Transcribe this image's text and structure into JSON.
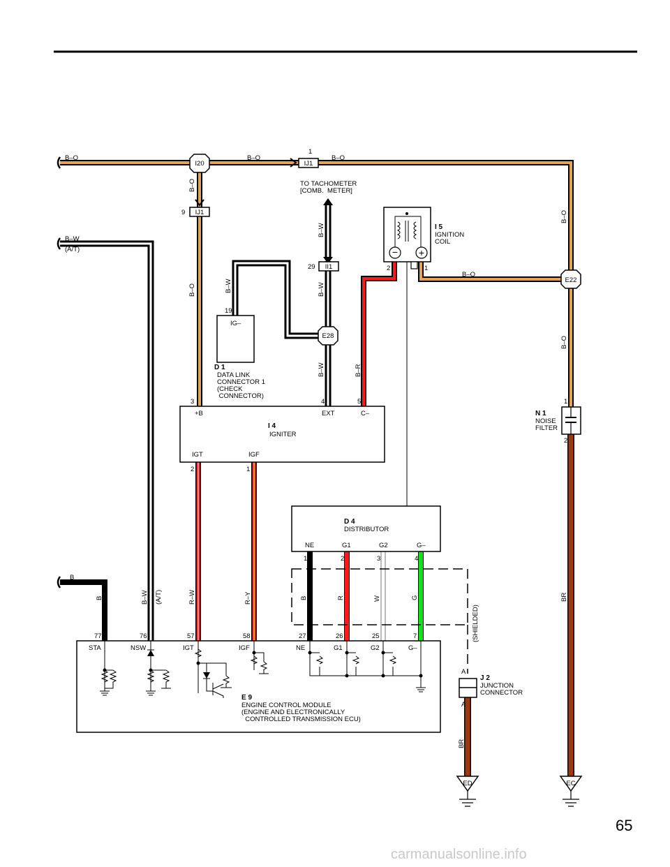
{
  "page_number": "65",
  "watermark": "carmanualsonline.info",
  "colors": {
    "orange_wire": "#e4a35a",
    "brown_wire": "#9a3a10",
    "red_wire": "#ff1a1a",
    "green_wire": "#18e018",
    "black_wire": "#000000",
    "white_wire": "#ffffff",
    "yellow_stripe": "#ffcc33"
  },
  "wire_labels": {
    "bo_top_left": "B–O",
    "bo_top_mid": "B–O",
    "bo_top_right": "B–O",
    "bo_vert_i20": "B–O",
    "bo_vert_ij1": "B–O",
    "bo_right_upper": "B–O",
    "bo_coil": "B–O",
    "bo_right_lower": "B–O",
    "bw_left": "B–W",
    "at_left": "(A/T)",
    "bw_tach": "B–W",
    "bw_ii1": "B–W",
    "bw_e28": "B–W",
    "bw_d1": "B–W",
    "br_igniter": "B–R",
    "b_left": "B",
    "b_sta": "B",
    "bw_nsw": "B–W",
    "at_nsw": "(A/T)",
    "rw_igt": "R–W",
    "ry_igf": "R–Y",
    "b_ne": "B",
    "r_g1": "R",
    "w_g2": "W",
    "g_gm": "G",
    "shielded": "(SHIELDED)",
    "br_j2": "BR",
    "br_right": "BR"
  },
  "connectors": {
    "i20": "I20",
    "ij1_top": "IJ1",
    "ij1_mid": "IJ1",
    "ii1": "II1",
    "e28": "E28",
    "e22": "E22",
    "ed": "ED",
    "ec": "EC"
  },
  "pins": {
    "ij1_top": "1",
    "ij1_mid": "9",
    "ii1": "29",
    "d1_19": "19",
    "coil_2": "2",
    "coil_1": "1",
    "ign_3": "3",
    "ign_4": "4",
    "ign_5": "5",
    "ign_2": "2",
    "ign_1": "1",
    "n1_1": "1",
    "n1_2": "2",
    "dist_1": "1",
    "dist_2": "2",
    "dist_3": "3",
    "dist_4": "4",
    "ecm_77": "77",
    "ecm_76": "76",
    "ecm_57": "57",
    "ecm_58": "58",
    "ecm_27": "27",
    "ecm_26": "26",
    "ecm_25": "25",
    "ecm_7": "7",
    "j2_a_top": "A",
    "j2_a_bot": "A"
  },
  "tach_label": [
    "TO TACHOMETER",
    "[COMB.  METER]"
  ],
  "components": {
    "coil": {
      "code": "I 5",
      "name": [
        "IGNITION",
        "COIL"
      ]
    },
    "d1": {
      "pin_name": "IG–",
      "code": "D 1",
      "name": [
        "DATA LINK",
        "CONNECTOR 1",
        "(CHECK",
        " CONNECTOR)"
      ]
    },
    "igniter": {
      "code": "I 4",
      "name": "IGNITER",
      "pins": [
        "+B",
        "EXT",
        "C–",
        "IGT",
        "IGF"
      ]
    },
    "noise_filter": {
      "code": "N 1",
      "name": [
        "NOISE",
        "FILTER"
      ]
    },
    "distributor": {
      "code": "D 4",
      "name": "DISTRIBUTOR",
      "pins": [
        "NE",
        "G1",
        "G2",
        "G–"
      ]
    },
    "ecm": {
      "code": "E 9",
      "name": [
        "ENGINE CONTROL MODULE",
        "(ENGINE AND ELECTRONICALLY",
        "  CONTROLLED TRANSMISSION ECU)"
      ],
      "pins": [
        "STA",
        "NSW",
        "IGT",
        "IGF",
        "NE",
        "G1",
        "G2",
        "G–"
      ]
    },
    "j2": {
      "code": "J 2",
      "name": [
        "JUNCTION",
        "CONNECTOR"
      ]
    }
  }
}
